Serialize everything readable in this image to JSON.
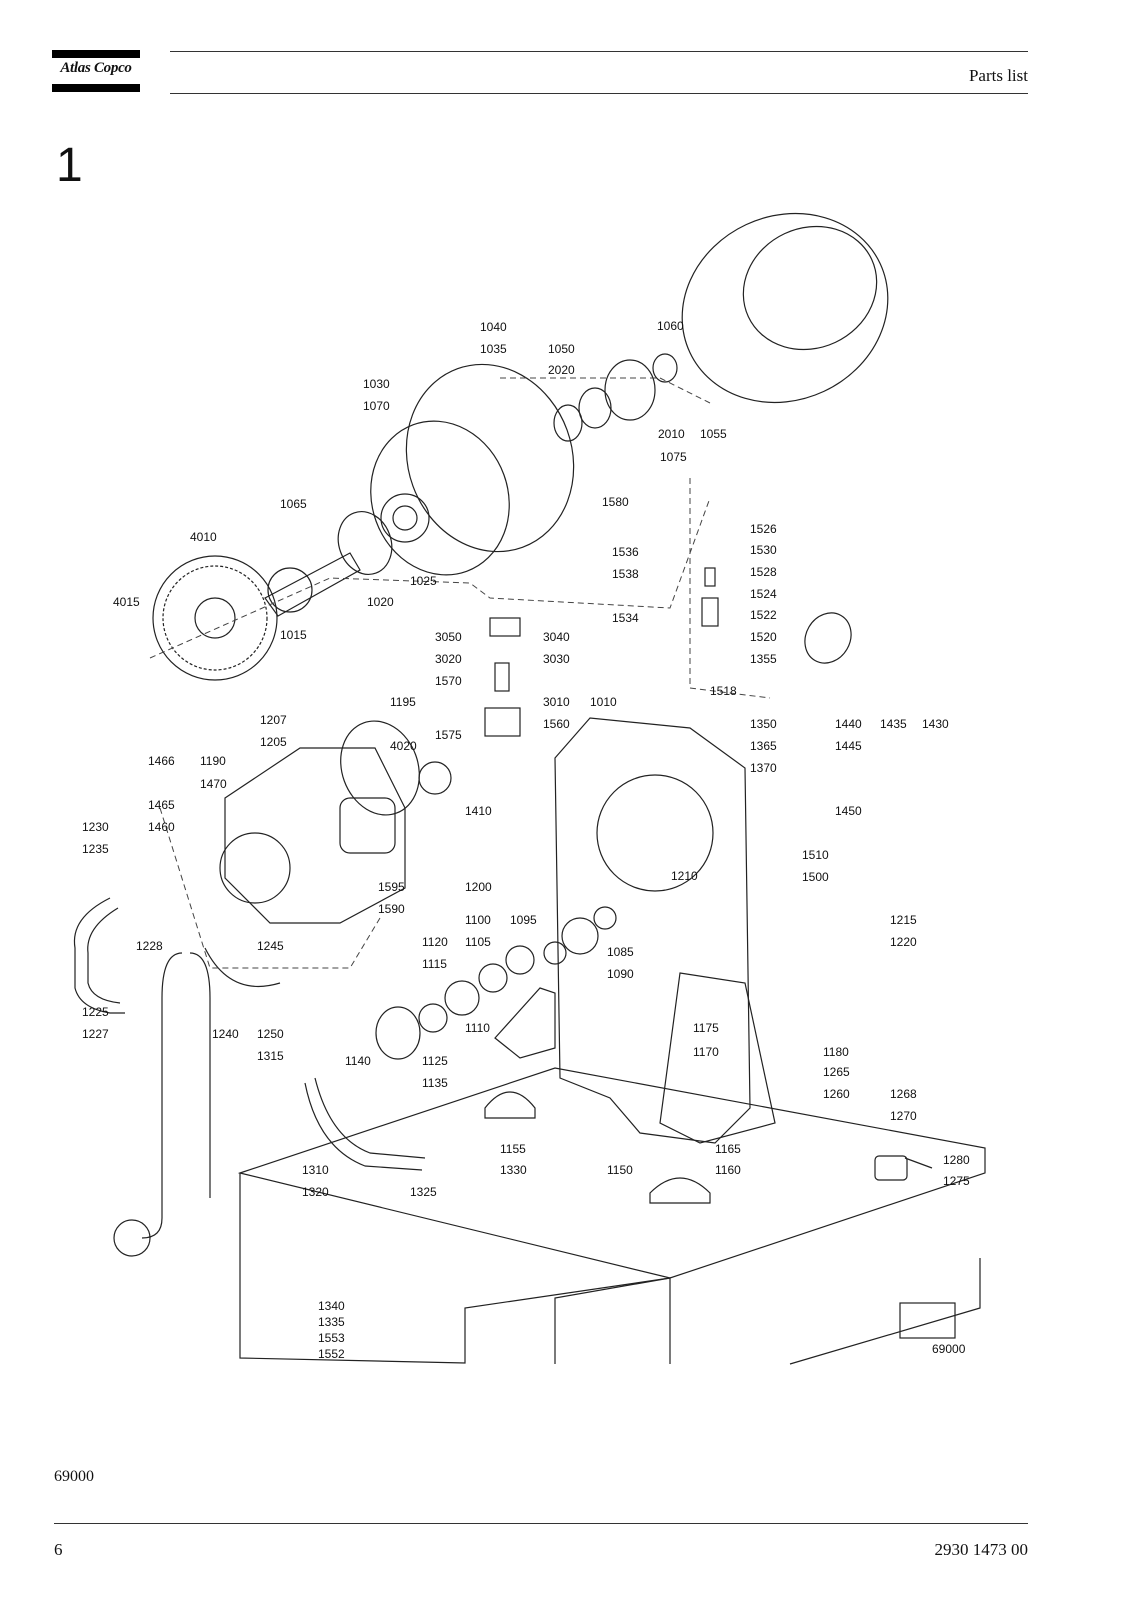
{
  "header": {
    "brand": "Atlas Copco",
    "title": "Parts list"
  },
  "section": {
    "number": "1"
  },
  "drawing": {
    "figure_number": "69000",
    "callouts": [
      {
        "id": "1040"
      },
      {
        "id": "1035"
      },
      {
        "id": "1050"
      },
      {
        "id": "2020"
      },
      {
        "id": "1060"
      },
      {
        "id": "1030"
      },
      {
        "id": "1070"
      },
      {
        "id": "2010"
      },
      {
        "id": "1055"
      },
      {
        "id": "1075"
      },
      {
        "id": "1065"
      },
      {
        "id": "4010"
      },
      {
        "id": "1025"
      },
      {
        "id": "1020"
      },
      {
        "id": "1015"
      },
      {
        "id": "4015"
      },
      {
        "id": "1580"
      },
      {
        "id": "1536"
      },
      {
        "id": "1538"
      },
      {
        "id": "1526"
      },
      {
        "id": "1530"
      },
      {
        "id": "1528"
      },
      {
        "id": "1524"
      },
      {
        "id": "1522"
      },
      {
        "id": "1520"
      },
      {
        "id": "1534"
      },
      {
        "id": "1355"
      },
      {
        "id": "1518"
      },
      {
        "id": "3050"
      },
      {
        "id": "3040"
      },
      {
        "id": "3020"
      },
      {
        "id": "3030"
      },
      {
        "id": "1570"
      },
      {
        "id": "3010"
      },
      {
        "id": "1010"
      },
      {
        "id": "1560"
      },
      {
        "id": "1575"
      },
      {
        "id": "1195"
      },
      {
        "id": "1207"
      },
      {
        "id": "1205"
      },
      {
        "id": "4020"
      },
      {
        "id": "1350"
      },
      {
        "id": "1440"
      },
      {
        "id": "1435"
      },
      {
        "id": "1430"
      },
      {
        "id": "1445"
      },
      {
        "id": "1365"
      },
      {
        "id": "1370"
      },
      {
        "id": "1466"
      },
      {
        "id": "1190"
      },
      {
        "id": "1470"
      },
      {
        "id": "1465"
      },
      {
        "id": "1410"
      },
      {
        "id": "1450"
      },
      {
        "id": "1230"
      },
      {
        "id": "1460"
      },
      {
        "id": "1235"
      },
      {
        "id": "1200"
      },
      {
        "id": "1510"
      },
      {
        "id": "1210"
      },
      {
        "id": "1500"
      },
      {
        "id": "1595"
      },
      {
        "id": "1590"
      },
      {
        "id": "1215"
      },
      {
        "id": "1220"
      },
      {
        "id": "1100"
      },
      {
        "id": "1095"
      },
      {
        "id": "1120"
      },
      {
        "id": "1105"
      },
      {
        "id": "1085"
      },
      {
        "id": "1228"
      },
      {
        "id": "1245"
      },
      {
        "id": "1115"
      },
      {
        "id": "1090"
      },
      {
        "id": "1225"
      },
      {
        "id": "1110"
      },
      {
        "id": "1175"
      },
      {
        "id": "1227"
      },
      {
        "id": "1240"
      },
      {
        "id": "1250"
      },
      {
        "id": "1180"
      },
      {
        "id": "1315"
      },
      {
        "id": "1140"
      },
      {
        "id": "1125"
      },
      {
        "id": "1170"
      },
      {
        "id": "1135"
      },
      {
        "id": "1265"
      },
      {
        "id": "1260"
      },
      {
        "id": "1268"
      },
      {
        "id": "1270"
      },
      {
        "id": "1155"
      },
      {
        "id": "1165"
      },
      {
        "id": "1310"
      },
      {
        "id": "1330"
      },
      {
        "id": "1150"
      },
      {
        "id": "1160"
      },
      {
        "id": "1280"
      },
      {
        "id": "1320"
      },
      {
        "id": "1325"
      },
      {
        "id": "1275"
      },
      {
        "id": "1340"
      },
      {
        "id": "1335"
      },
      {
        "id": "1553"
      },
      {
        "id": "1552"
      }
    ]
  },
  "figure_ref": "69000",
  "footer": {
    "page_number": "6",
    "document_number": "2930 1473 00"
  }
}
